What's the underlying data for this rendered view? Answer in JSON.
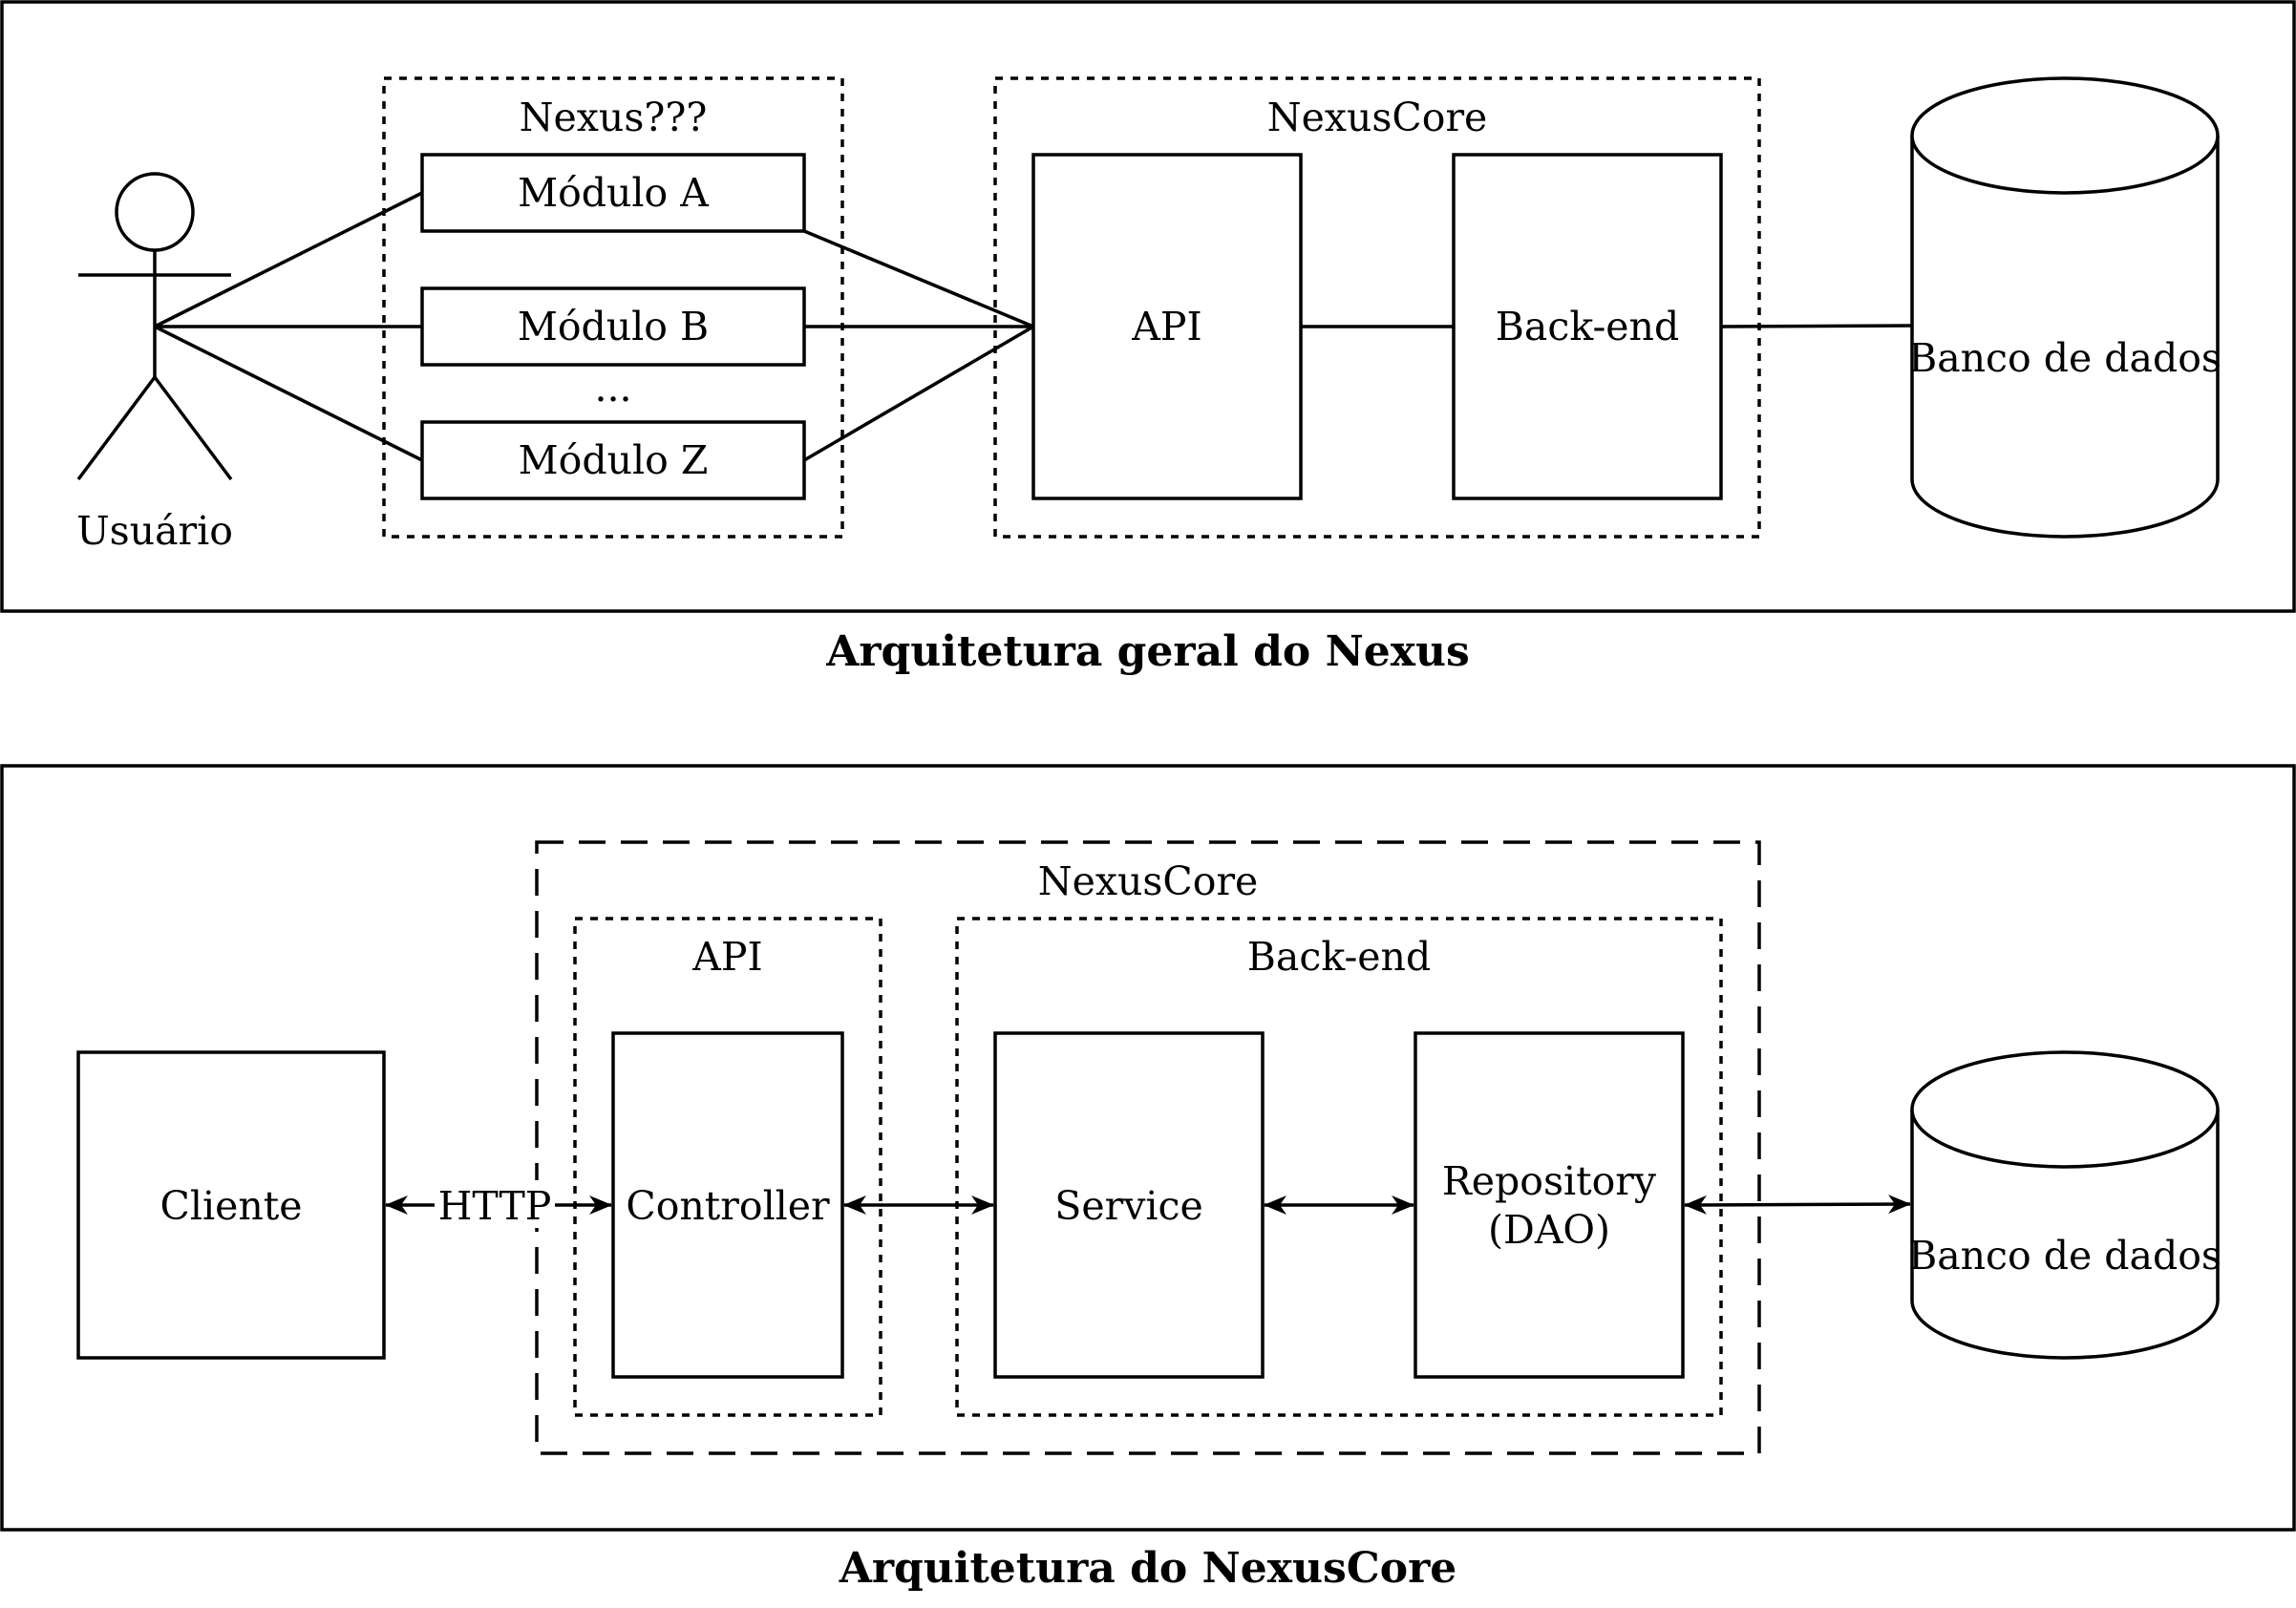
{
  "top": {
    "caption": "Arquitetura geral do Nexus",
    "actor": {
      "label": "Usuário"
    },
    "modules_group": {
      "title": "Nexus???",
      "modules": [
        "Módulo A",
        "Módulo B",
        "Módulo Z"
      ],
      "ellipsis": "..."
    },
    "core_group": {
      "title": "NexusCore",
      "api": "API",
      "backend": "Back-end"
    },
    "database": {
      "label": "Banco de dados"
    }
  },
  "bottom": {
    "caption": "Arquitetura do NexusCore",
    "client": {
      "label": "Cliente"
    },
    "http_label": "HTTP",
    "core_group": {
      "title": "NexusCore"
    },
    "api_group": {
      "title": "API",
      "controller": "Controller"
    },
    "backend_group": {
      "title": "Back-end",
      "service": "Service",
      "repository": [
        "Repository",
        "(DAO)"
      ]
    },
    "database": {
      "label": "Banco de dados"
    }
  }
}
